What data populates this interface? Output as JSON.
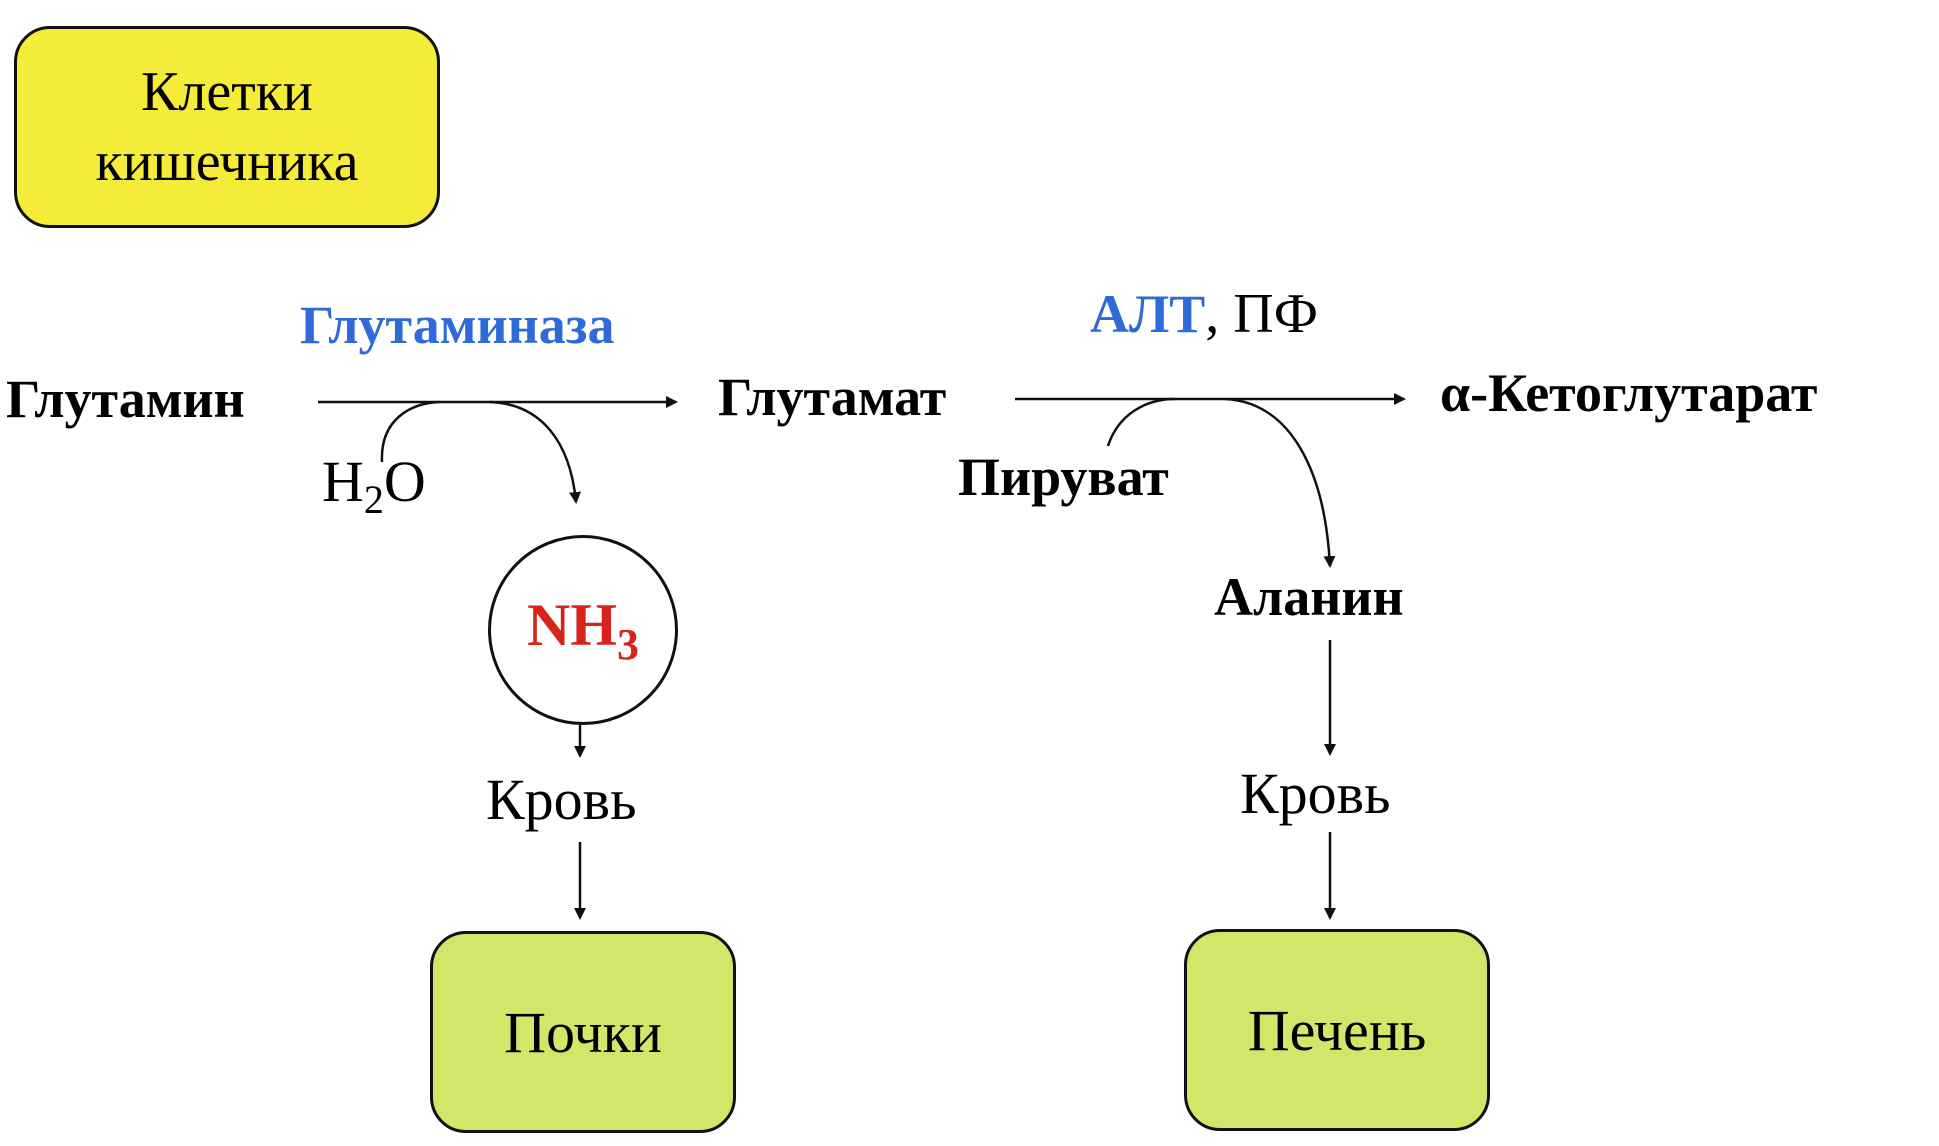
{
  "title": {
    "line1": "Клетки",
    "line2": "кишечника"
  },
  "molecules": {
    "glutamine": "Глутамин",
    "glutamate": "Глутамат",
    "alpha_ketoglutarate": "α-Кетоглутарат",
    "pyruvate": "Пируват",
    "alanine": "Аланин",
    "water_base": "H",
    "water_sub": "2",
    "water_tail": "O",
    "ammonia_base": "NH",
    "ammonia_sub": "3"
  },
  "enzymes": {
    "glutaminase": "Глутаминаза",
    "alt": "АЛТ",
    "pf": ", ПФ"
  },
  "transport": {
    "blood_left": "Кровь",
    "blood_right": "Кровь"
  },
  "organs": {
    "kidneys": "Почки",
    "liver": "Печень"
  },
  "colors": {
    "title_fill": "#f5ec3a",
    "organ_fill": "#d4e66a",
    "enzyme_text": "#2f6bd8",
    "ammonia_text": "#d8231b"
  }
}
